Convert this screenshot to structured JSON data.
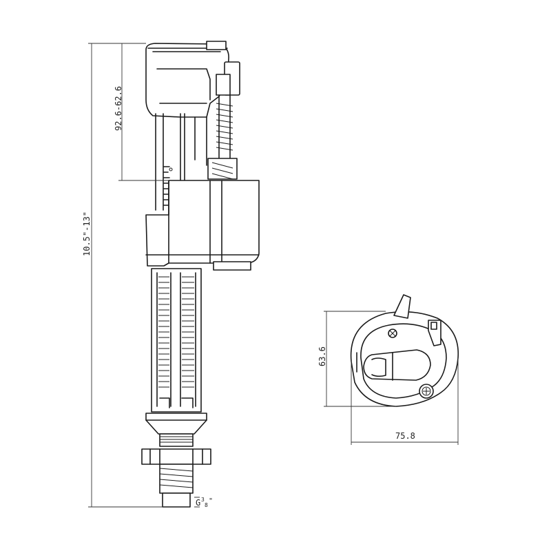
{
  "dimensions": {
    "float_adjust": "92.6-62.6",
    "total_height": "10.5\"-13\"",
    "head_height": "63.6",
    "head_width": "75.8",
    "thread": "G3/8\""
  },
  "thread_parts": {
    "letter": "G",
    "numerator": "3",
    "denominator": "8",
    "unit": "\""
  }
}
